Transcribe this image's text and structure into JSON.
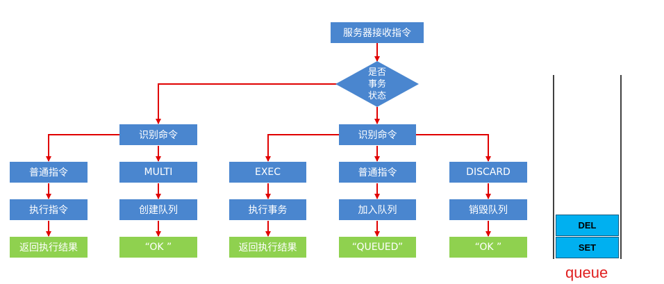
{
  "nodes": {
    "server_receive": "服务器接收指令",
    "is_transaction": [
      "是否",
      "事务",
      "状态"
    ],
    "left_recognize": "识别命令",
    "right_recognize": "识别命令",
    "col1": [
      "普通指令",
      "执行指令",
      "返回执行结果"
    ],
    "col2": [
      "MULTI",
      "创建队列",
      "“OK ”"
    ],
    "col3": [
      "EXEC",
      "执行事务",
      "返回执行结果"
    ],
    "col4": [
      "普通指令",
      "加入队列",
      "“QUEUED”"
    ],
    "col5": [
      "DISCARD",
      "销毁队列",
      "“OK ”"
    ]
  },
  "queue": {
    "items": [
      "DEL",
      "SET"
    ],
    "label": "queue"
  },
  "colors": {
    "box_blue": "#4a86cf",
    "box_green": "#8fd14f",
    "arrow_red": "#e00000",
    "queue_item": "#00b0f0",
    "queue_label": "#e02020"
  }
}
